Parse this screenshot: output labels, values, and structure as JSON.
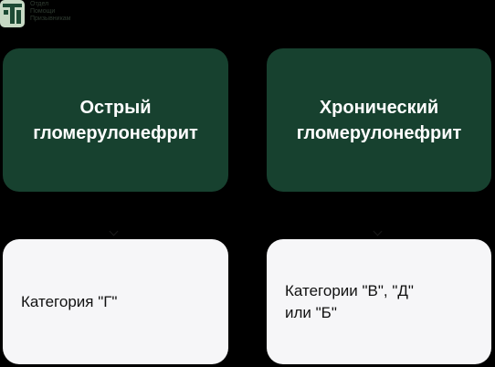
{
  "logo": {
    "lines": [
      "Отдел",
      "Помощи",
      "Призывникам"
    ]
  },
  "diseases": [
    {
      "name": "Острый\nгломерулонефрит",
      "category": "Категория \"Г\""
    },
    {
      "name": "Хронический\nгломерулонефрит",
      "category": "Категории \"В\", \"Д\"\nили \"Б\""
    }
  ],
  "colors": {
    "background": "#000000",
    "dark_card": "#17412f",
    "light_card": "#f6f6f8",
    "logo_mark": "#c7d9c4"
  }
}
